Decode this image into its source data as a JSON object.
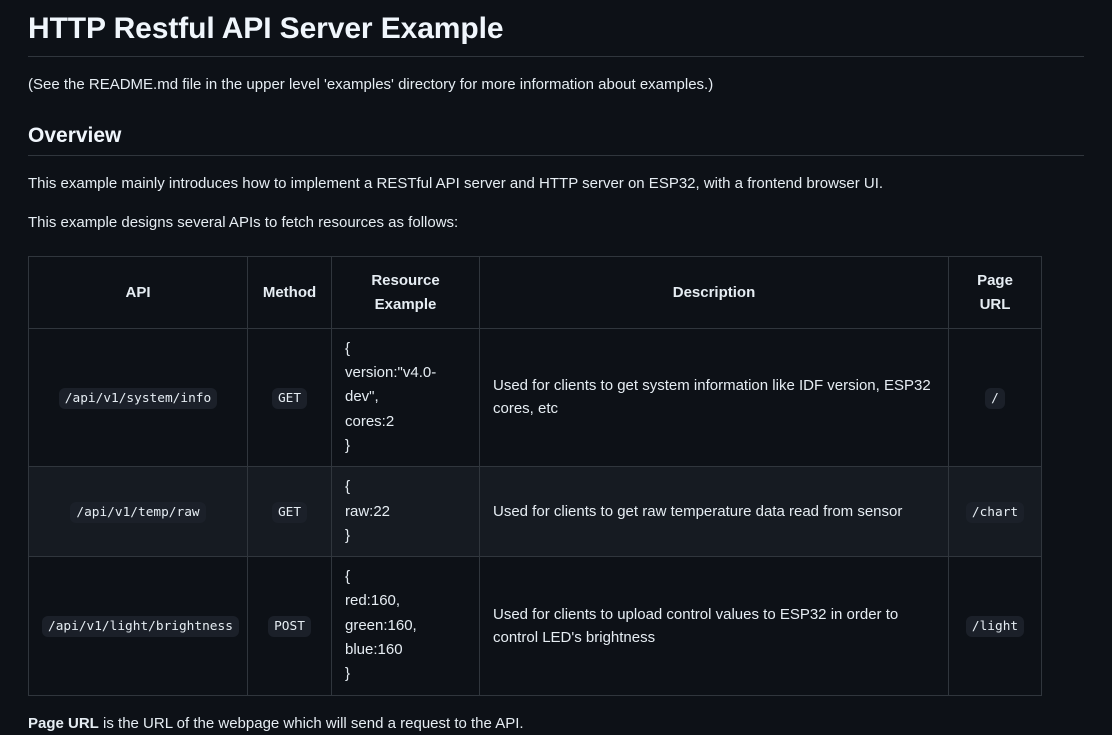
{
  "doc": {
    "title": "HTTP Restful API Server Example",
    "note": "(See the README.md file in the upper level 'examples' directory for more information about examples.)",
    "section_title": "Overview",
    "intro": "This example mainly introduces how to implement a RESTful API server and HTTP server on ESP32, with a frontend browser UI.",
    "lead_in": "This example designs several APIs to fetch resources as follows:",
    "footer_bold": "Page URL",
    "footer_rest": " is the URL of the webpage which will send a request to the API."
  },
  "table": {
    "headers": {
      "api": "API",
      "method": "Method",
      "resource": "Resource Example",
      "description": "Description",
      "page_url": "Page URL"
    },
    "rows": [
      {
        "api": "/api/v1/system/info",
        "method": "GET",
        "resource": "{\nversion:\"v4.0-dev\",\ncores:2\n}",
        "description": "Used for clients to get system information like IDF version, ESP32 cores, etc",
        "page_url": "/"
      },
      {
        "api": "/api/v1/temp/raw",
        "method": "GET",
        "resource": "{\nraw:22\n}",
        "description": "Used for clients to get raw temperature data read from sensor",
        "page_url": "/chart"
      },
      {
        "api": "/api/v1/light/brightness",
        "method": "POST",
        "resource": "{\nred:160,\ngreen:160,\nblue:160\n}",
        "description": "Used for clients to upload control values to ESP32 in order to control LED's brightness",
        "page_url": "/light"
      }
    ]
  },
  "colors": {
    "background": "#0d1117",
    "text": "#e6edf3",
    "border": "#30363d",
    "row_stripe": "#161b22",
    "chip_background": "#1b2029"
  }
}
